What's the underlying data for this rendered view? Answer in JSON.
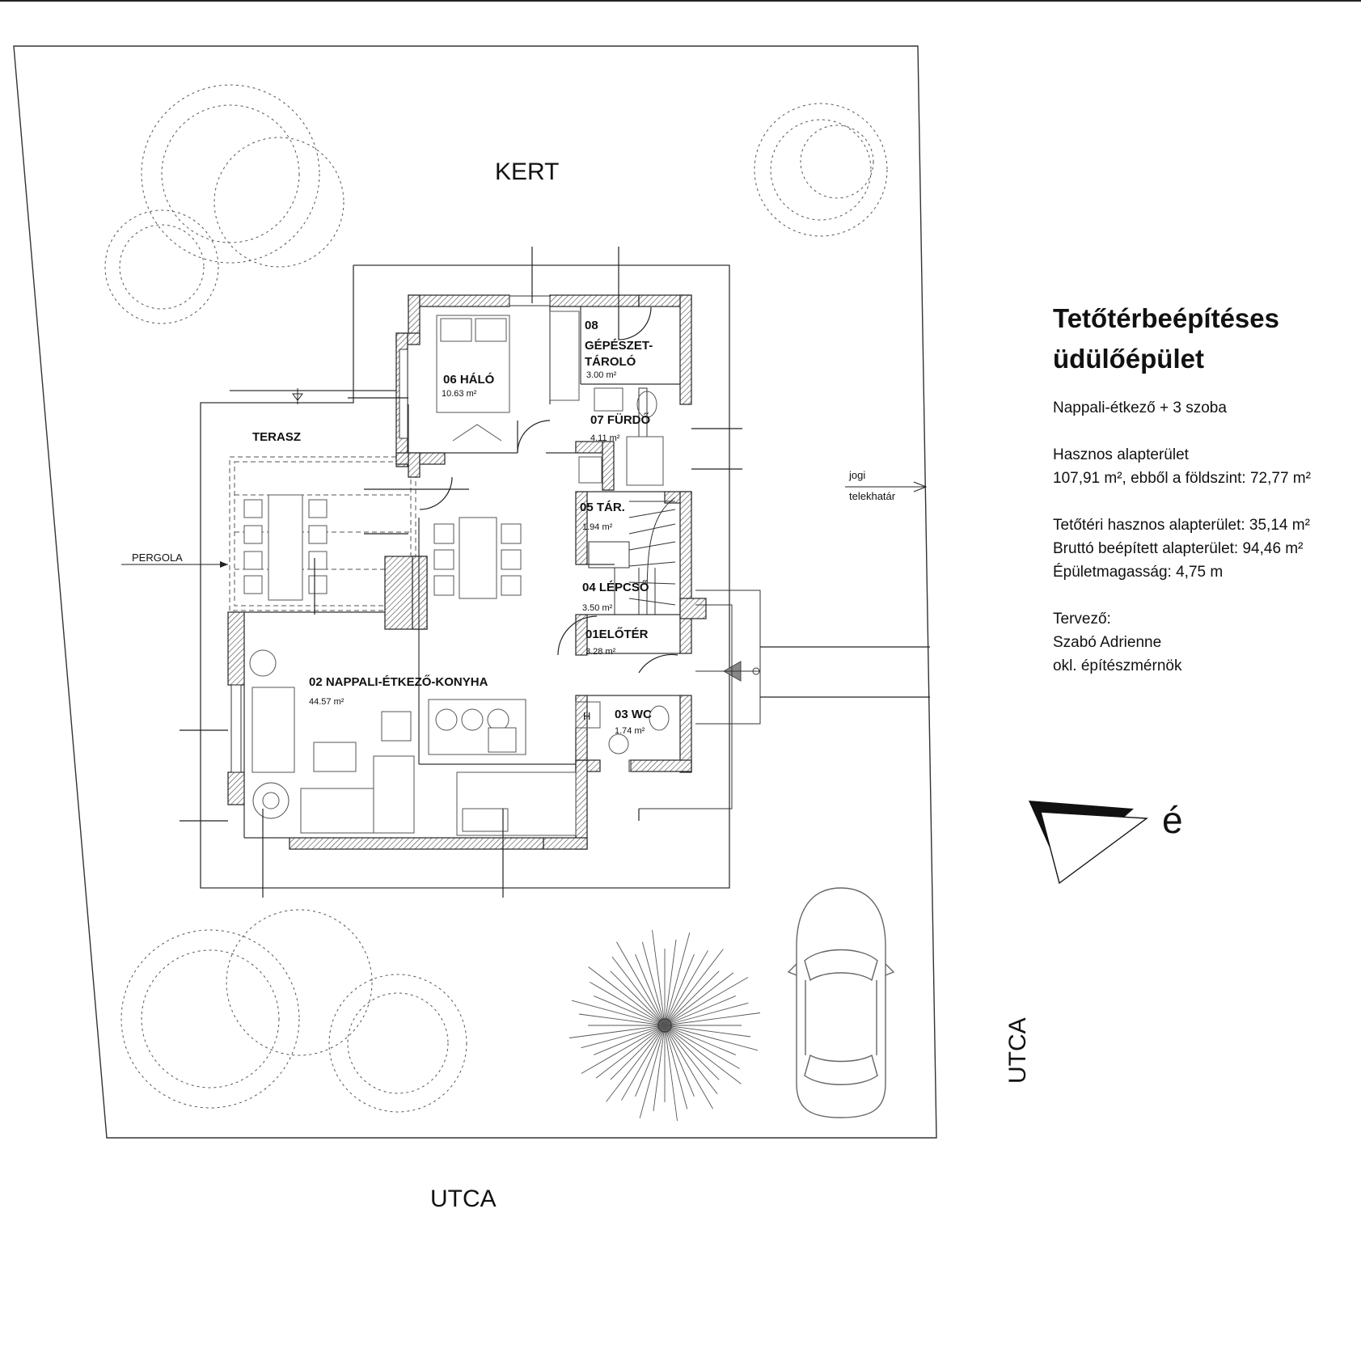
{
  "site": {
    "garden": "KERT",
    "street_bottom": "UTCA",
    "street_right": "UTCA",
    "terrace": "TERASZ",
    "pergola": "PERGOLA",
    "boundary_line1": "jogi",
    "boundary_line2": "telekhatár"
  },
  "rooms": [
    {
      "name": "06 HÁLÓ",
      "area": "10.63 m²"
    },
    {
      "name_line1": "08",
      "name_line2": "GÉPÉSZET-",
      "name_line3": "TÁROLÓ",
      "area": "3.00 m²"
    },
    {
      "name": "07 FÜRDŐ",
      "area": "4.11 m²"
    },
    {
      "name": "05 TÁR.",
      "area": "1.94 m²"
    },
    {
      "name": "04 LÉPCSŐ",
      "area": "3.50 m²"
    },
    {
      "name": "01ELŐTÉR",
      "area": "3.28 m²"
    },
    {
      "name": "02 NAPPALI-ÉTKEZŐ-KONYHA",
      "area": "44.57 m²"
    },
    {
      "name": "03 WC",
      "area": "1.74 m²"
    }
  ],
  "fixtures": {
    "h_mark": "H"
  },
  "info": {
    "title_line1": "Tetőtérbeépítéses",
    "title_line2": "üdülőépület",
    "subtitle": "Nappali-étkező + 3 szoba",
    "useful_area_label": "Hasznos alapterület",
    "useful_area_value": "107,91 m², ebből a földszint: 72,77 m²",
    "attic_area": "Tetőtéri hasznos alapterület: 35,14 m²",
    "gross_area": "Bruttó beépített alapterület: 94,46 m²",
    "height": "Épületmagasság: 4,75 m",
    "designer_label": "Tervező:",
    "designer_name": "Szabó Adrienne",
    "designer_title": "okl. építészmérnök"
  },
  "north_arrow": {
    "letter": "é"
  }
}
